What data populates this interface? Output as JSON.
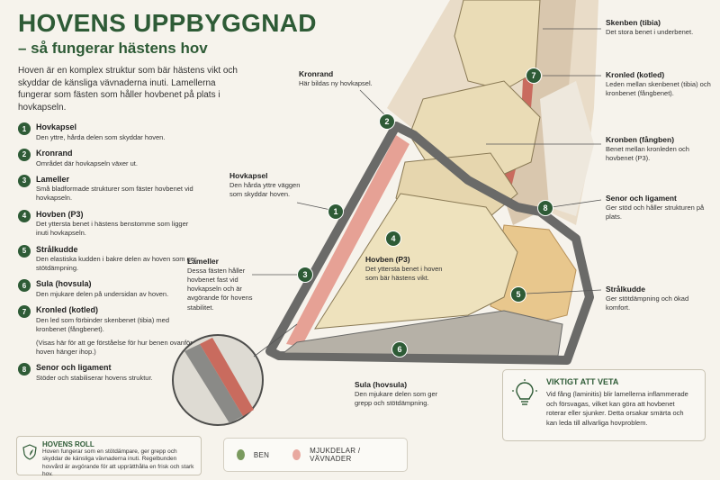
{
  "header": {
    "title": "HOVENS UPPBYGGNAD",
    "subtitle": "– så fungerar hästens hov",
    "intro": "Hoven är en komplex struktur som bär hästens vikt och skyddar de känsliga vävnaderna inuti. Lamellerna fungerar som fästen som håller hovbenet på plats i hovkapseln."
  },
  "list": [
    {
      "num": "1",
      "title": "Hovkapsel",
      "desc": "Den yttre, hårda delen som skyddar hoven."
    },
    {
      "num": "2",
      "title": "Kronrand",
      "desc": "Området där hovkapseln växer ut."
    },
    {
      "num": "3",
      "title": "Lameller",
      "desc": "Små bladformade strukturer som fäster hovbenet vid hovkapseln."
    },
    {
      "num": "4",
      "title": "Hovben (P3)",
      "desc": "Det yttersta benet i hästens benstomme som ligger inuti hovkapseln."
    },
    {
      "num": "5",
      "title": "Strålkudde",
      "desc": "Den elastiska kudden i bakre delen av hoven som ger stötdämpning."
    },
    {
      "num": "6",
      "title": "Sula (hovsula)",
      "desc": "Den mjukare delen på undersidan av hoven."
    },
    {
      "num": "7",
      "title": "Kronled (kotled)",
      "desc": "Den led som förbinder skenbenet (tibia) med kronbenet (fångbenet).",
      "note": "(Visas här för att ge förståelse för hur benen ovanför hoven hänger ihop.)"
    },
    {
      "num": "8",
      "title": "Senor och ligament",
      "desc": "Stöder och stabiliserar hovens struktur."
    }
  ],
  "roll": {
    "title": "HOVENS ROLL",
    "text": "Hoven fungerar som en stötdämpare, ger grepp och skyddar de känsliga vävnaderna inuti. Regelbunden hovvård är avgörande för att upprätthålla en frisk och stark hov."
  },
  "legend": {
    "ben_label": "BEN",
    "mjuk_label": "MJUKDELAR / VÄVNADER",
    "ben_color": "#7a9a5e",
    "mjuk_color": "#e8a9a0"
  },
  "veta": {
    "title": "VIKTIGT ATT VETA",
    "text": "Vid fång (laminitis) blir lamellerna inflammerade och försvagas, vilket kan göra att hovbenet roterar eller sjunker. Detta orsakar smärta och kan leda till allvarliga hovproblem."
  },
  "labels": {
    "kronrand": {
      "title": "Kronrand",
      "desc": "Här bildas ny hovkapsel."
    },
    "hovkapsel": {
      "title": "Hovkapsel",
      "desc": "Den hårda yttre väggen som skyddar hoven."
    },
    "lameller": {
      "title": "Lameller",
      "desc": "Dessa fästen håller hovbenet fast vid hovkapseln och är avgörande för hovens stabilitet."
    },
    "hovben": {
      "title": "Hovben (P3)",
      "desc": "Det yttersta benet i hoven som bär hästens vikt."
    },
    "sula": {
      "title": "Sula (hovsula)",
      "desc": "Den mjukare delen som ger grepp och stötdämpning."
    },
    "skenben": {
      "title": "Skenben (tibia)",
      "desc": "Det stora benet i underbenet."
    },
    "kronled": {
      "title": "Kronled (kotled)",
      "desc": "Leden mellan skenbenet (tibia) och kronbenet (fångbenet)."
    },
    "kronben": {
      "title": "Kronben (fångben)",
      "desc": "Benet mellan kronleden och hovbenet (P3)."
    },
    "senor": {
      "title": "Senor och ligament",
      "desc": "Ger stöd och håller strukturen på plats."
    },
    "stralkudde": {
      "title": "Strålkudde",
      "desc": "Ger stötdämpning och ökad komfort."
    }
  },
  "badges": {
    "b1": "1",
    "b2": "2",
    "b3": "3",
    "b4": "4",
    "b5": "5",
    "b6": "6",
    "b7": "7",
    "b8": "8"
  }
}
